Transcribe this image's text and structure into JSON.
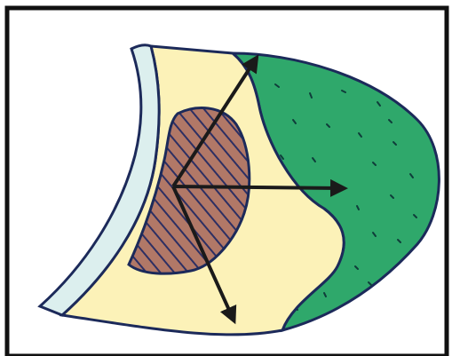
{
  "figure": {
    "text": [],
    "colors": {
      "frame": "#111111",
      "outline": "#1c2a5a",
      "outer_band": "#dcefee",
      "middle_zone": "#fcf2b8",
      "outer_zone": "#2fa86b",
      "outer_zone_specks": "#0f3d3a",
      "inner_core": "#b17867",
      "inner_core_hatch": "#2d2f63",
      "arrows": "#1a1a1a"
    },
    "arrows": [
      {
        "name": "arrow-up-right",
        "direction": "up-right"
      },
      {
        "name": "arrow-right",
        "direction": "right"
      },
      {
        "name": "arrow-down",
        "direction": "down-right"
      }
    ]
  }
}
